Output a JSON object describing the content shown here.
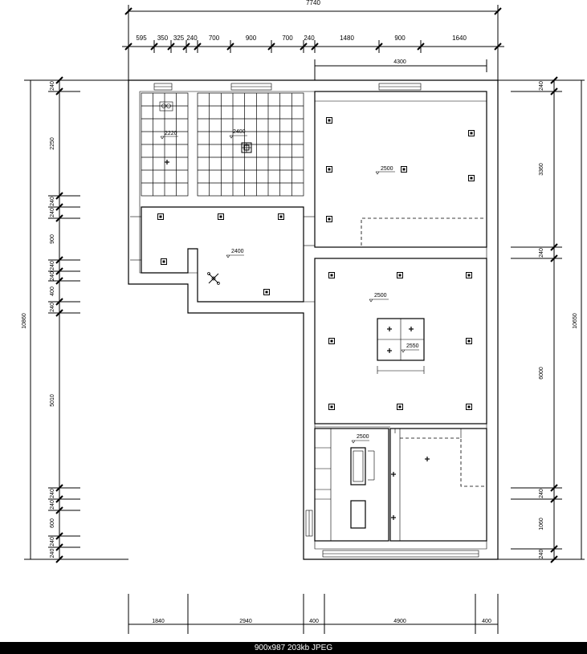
{
  "top_dims": {
    "overall": "7740",
    "segments": [
      "595",
      "350",
      "325",
      "240",
      "700",
      "900",
      "700",
      "240",
      "1480",
      "900",
      "1640"
    ],
    "sub": "4300"
  },
  "left_dims": {
    "overall": "10860",
    "segments": [
      "240",
      "2250",
      "240",
      "240",
      "900",
      "240",
      "240",
      "400",
      "240",
      "5010",
      "240",
      "240",
      "600",
      "240",
      "240"
    ]
  },
  "right_dims": {
    "overall": "10650",
    "segments": [
      "240",
      "3360",
      "240",
      "6000",
      "240",
      "1060",
      "240"
    ]
  },
  "bottom_dims": {
    "segments": [
      "1840",
      "2940",
      "400",
      "4900",
      "400"
    ]
  },
  "ceiling_heights": [
    "2220",
    "2400",
    "2500",
    "2400",
    "2500",
    "2550",
    "2500"
  ],
  "footer": "900x987  203kb  JPEG",
  "icons": [
    "downlight-icon",
    "ceiling-fan-icon",
    "exhaust-fan-icon",
    "spotlight-icon"
  ]
}
